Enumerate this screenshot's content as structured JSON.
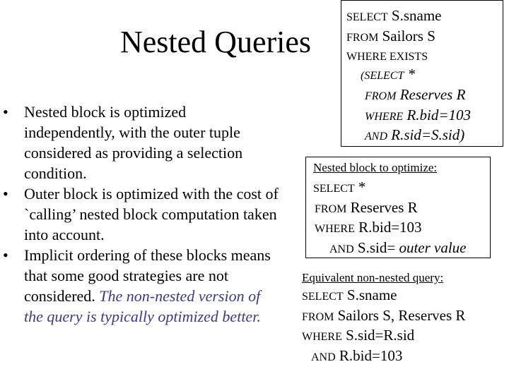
{
  "title": "Nested Queries",
  "bullets": [
    {
      "text": "Nested block is optimized independently, with the outer tuple considered as providing a selection condition."
    },
    {
      "text": "Outer block is optimized with the cost of `calling’ nested block computation taken into account."
    },
    {
      "text_plain": "Implicit ordering of these blocks means that some good strategies are not considered. ",
      "text_italic": "The non-nested version of the query is typically optimized better."
    }
  ],
  "bullet_symbol": "•",
  "query_box": {
    "select_kw": "SELECT",
    "select_val": "S.sname",
    "from_kw": "FROM",
    "from_val": "Sailors S",
    "where_kw": "WHERE EXISTS",
    "sub_select_kw": "(SELECT",
    "sub_select_val": "*",
    "sub_from_kw": "FROM",
    "sub_from_val": "Reserves R",
    "sub_where_kw": "WHERE",
    "sub_where_val": "R.bid=103",
    "sub_and_kw": "AND",
    "sub_and_val": "R.sid=S.sid)"
  },
  "nested_block": {
    "heading": "Nested block to optimize:",
    "select_kw": "SELECT",
    "select_val": "*",
    "from_kw": "FROM",
    "from_val": "Reserves R",
    "where_kw": "WHERE",
    "where_val": "R.bid=103",
    "and_kw": "AND",
    "and_val": "S.sid=",
    "and_val_italic": "outer value"
  },
  "equivalent": {
    "heading": "Equivalent non-nested query:",
    "select_kw": "SELECT",
    "select_val": "S.sname",
    "from_kw": "FROM",
    "from_val": "Sailors S, Reserves R",
    "where_kw": "WHERE",
    "where_val": "S.sid=R.sid",
    "and_kw": "AND",
    "and_val": "R.bid=103"
  }
}
